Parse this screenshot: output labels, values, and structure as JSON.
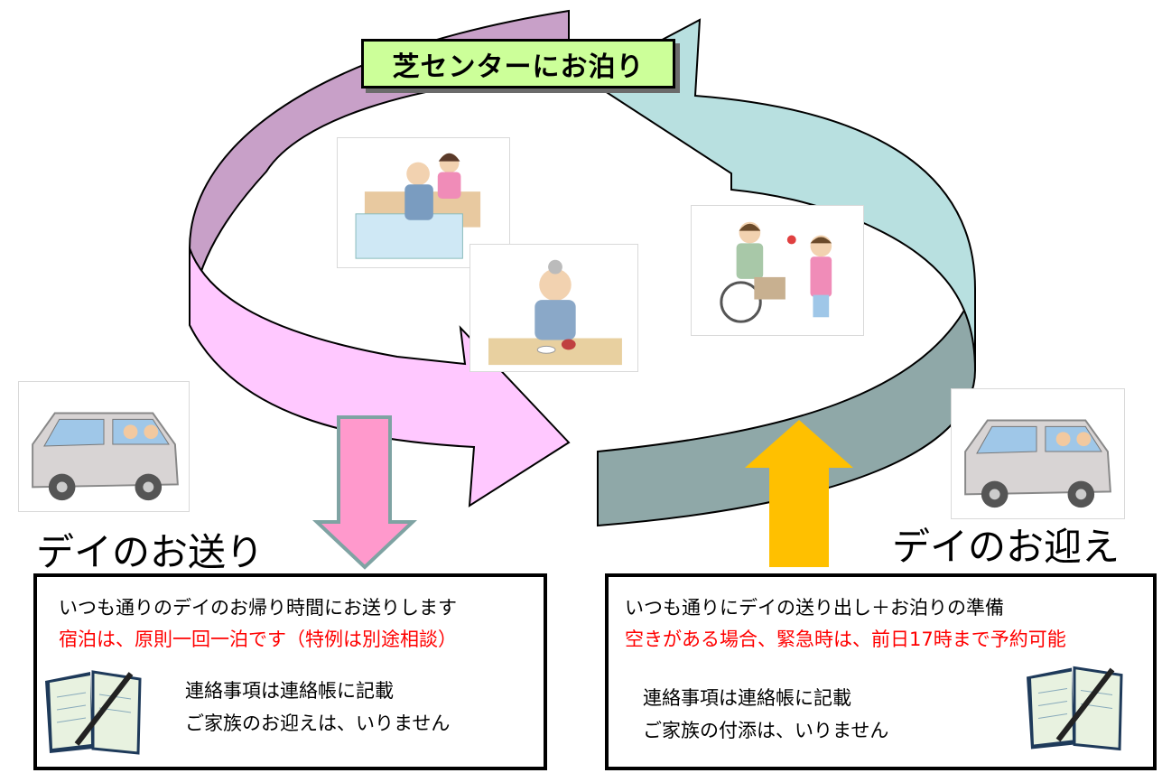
{
  "title": "芝センターにお泊り",
  "left_label": "デイのお送り",
  "right_label": "デイのお迎え",
  "left_box": {
    "line1": "いつも通りのデイのお帰り時間にお送りします",
    "line2": "宿泊は、原則一回一泊です（特例は別途相談）",
    "line3": "連絡事項は連絡帳に記載",
    "line4": "ご家族のお迎えは、いりません"
  },
  "right_box": {
    "line1": "いつも通りにデイの送り出し＋お泊りの準備",
    "line2": "空きがある場合、緊急時は、前日17時まで予約可能",
    "line3": "連絡事項は連絡帳に記載",
    "line4": "ご家族の付添は、いりません"
  },
  "colors": {
    "arc_purple": "#c8a0c8",
    "arc_pink": "#ffc8ff",
    "arc_teal_light": "#b8e0e0",
    "arc_teal_dark": "#8fa8a8",
    "down_arrow": "#ff99cc",
    "up_arrow": "#ffc000",
    "title_bg": "#ccff99",
    "alert_text": "#ff0000"
  },
  "icons": [
    "van-icon",
    "bed-care-icon",
    "meal-icon",
    "wheelchair-visit-icon",
    "notebook-pen-icon"
  ]
}
